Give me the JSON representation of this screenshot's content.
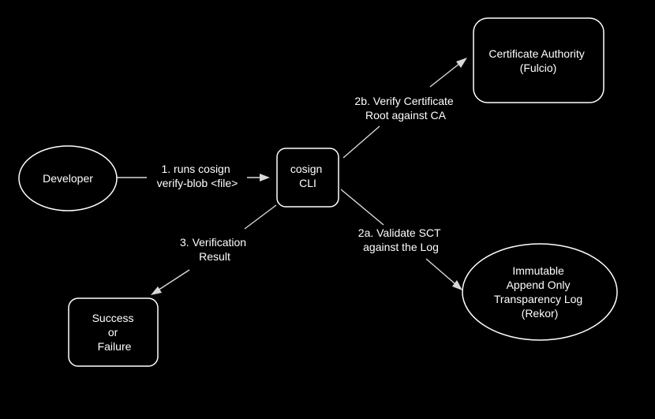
{
  "nodes": {
    "developer": {
      "lines": [
        "Developer"
      ]
    },
    "cosign_cli": {
      "lines": [
        "cosign",
        "CLI"
      ]
    },
    "certificate_authority": {
      "lines": [
        "Certificate Authority",
        "(Fulcio)"
      ]
    },
    "transparency_log": {
      "lines": [
        "Immutable",
        "Append Only",
        "Transparency Log",
        "(Rekor)"
      ]
    },
    "result": {
      "lines": [
        "Success",
        "or",
        "Failure"
      ]
    }
  },
  "edges": {
    "runs_verify": {
      "lines": [
        "1. runs cosign",
        "verify-blob <file>"
      ]
    },
    "verify_root": {
      "lines": [
        "2b. Verify Certificate",
        "Root against CA"
      ]
    },
    "validate_sct": {
      "lines": [
        "2a. Validate SCT",
        "against the Log"
      ]
    },
    "verification_result": {
      "lines": [
        "3. Verification",
        "Result"
      ]
    }
  },
  "colors": {
    "background": "#000000",
    "stroke": "#ffffff",
    "edge": "#d9d9d9",
    "text": "#ffffff"
  }
}
